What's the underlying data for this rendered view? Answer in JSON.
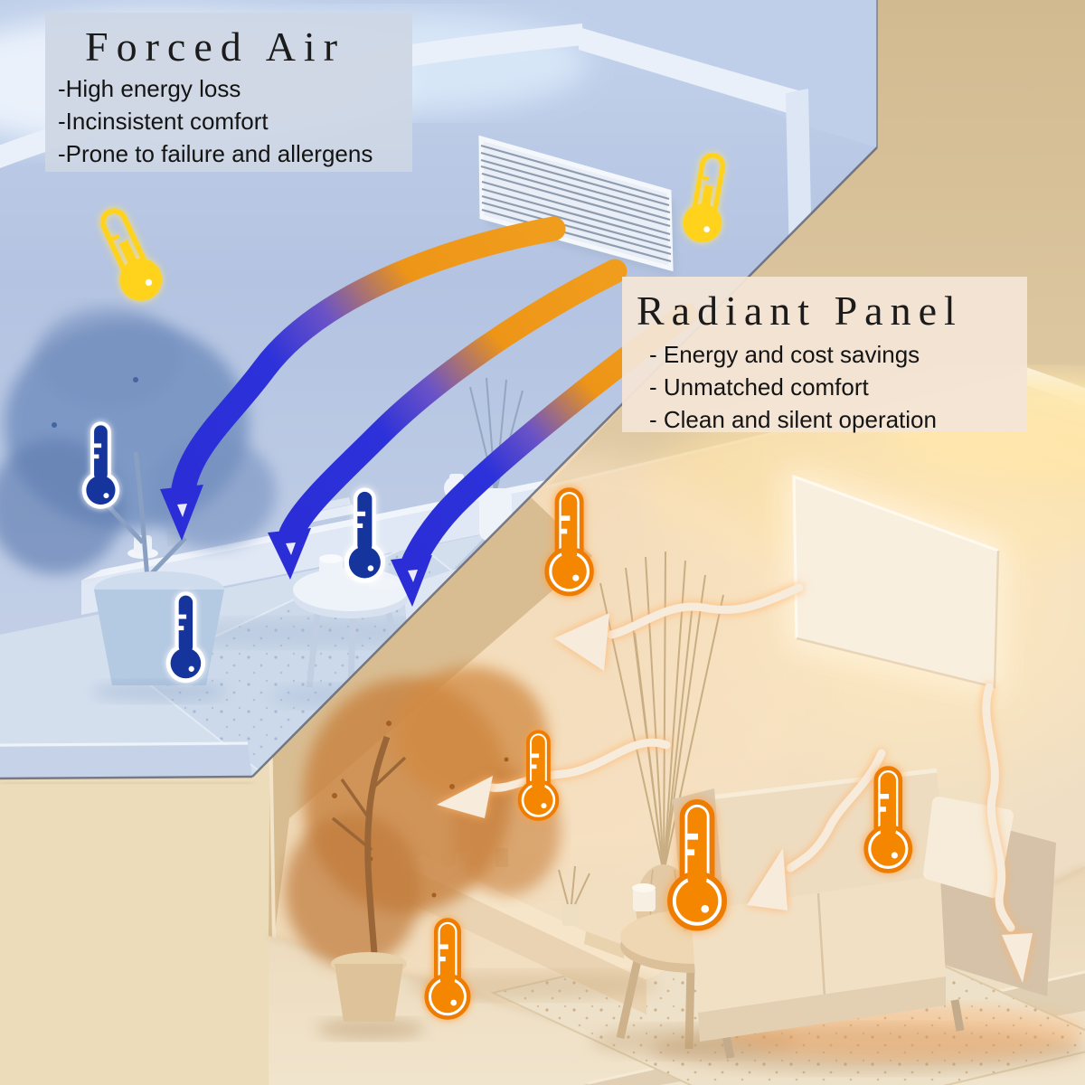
{
  "panels": {
    "forced_air": {
      "title": "Forced Air",
      "points": [
        "-High energy loss",
        "-Incinsistent comfort",
        "-Prone to failure and allergens"
      ]
    },
    "radiant_panel": {
      "title": "Radiant Panel",
      "points": [
        "- Energy and cost savings",
        "- Unmatched comfort",
        "- Clean and silent operation"
      ]
    }
  },
  "icons": {
    "cold_thermometer": "thermometer-cold-icon",
    "warm_thermometer": "thermometer-warm-icon",
    "hot_thermometer": "thermometer-hot-icon",
    "forced_airflow": "airflow-arrow-icon",
    "radiant_heat": "radiant-heat-wave-arrow-icon",
    "air_vent": "ceiling-air-vent",
    "radiant_panel": "radiant-wall-panel"
  },
  "colors": {
    "airflow_blue": "#2b2fd9",
    "airflow_warm_start": "#f09c1a",
    "cold_thermometer": "#16349c",
    "warm_thermometer": "#ffd21c",
    "hot_thermometer": "#f58700",
    "cool_room_wall": "#b7c6e3",
    "warm_room_wall": "#eed2ad",
    "forced_card_bg": "#cdd6e4",
    "radiant_card_bg": "#f3e5d6",
    "radiant_glow": "#ffe3ad"
  }
}
